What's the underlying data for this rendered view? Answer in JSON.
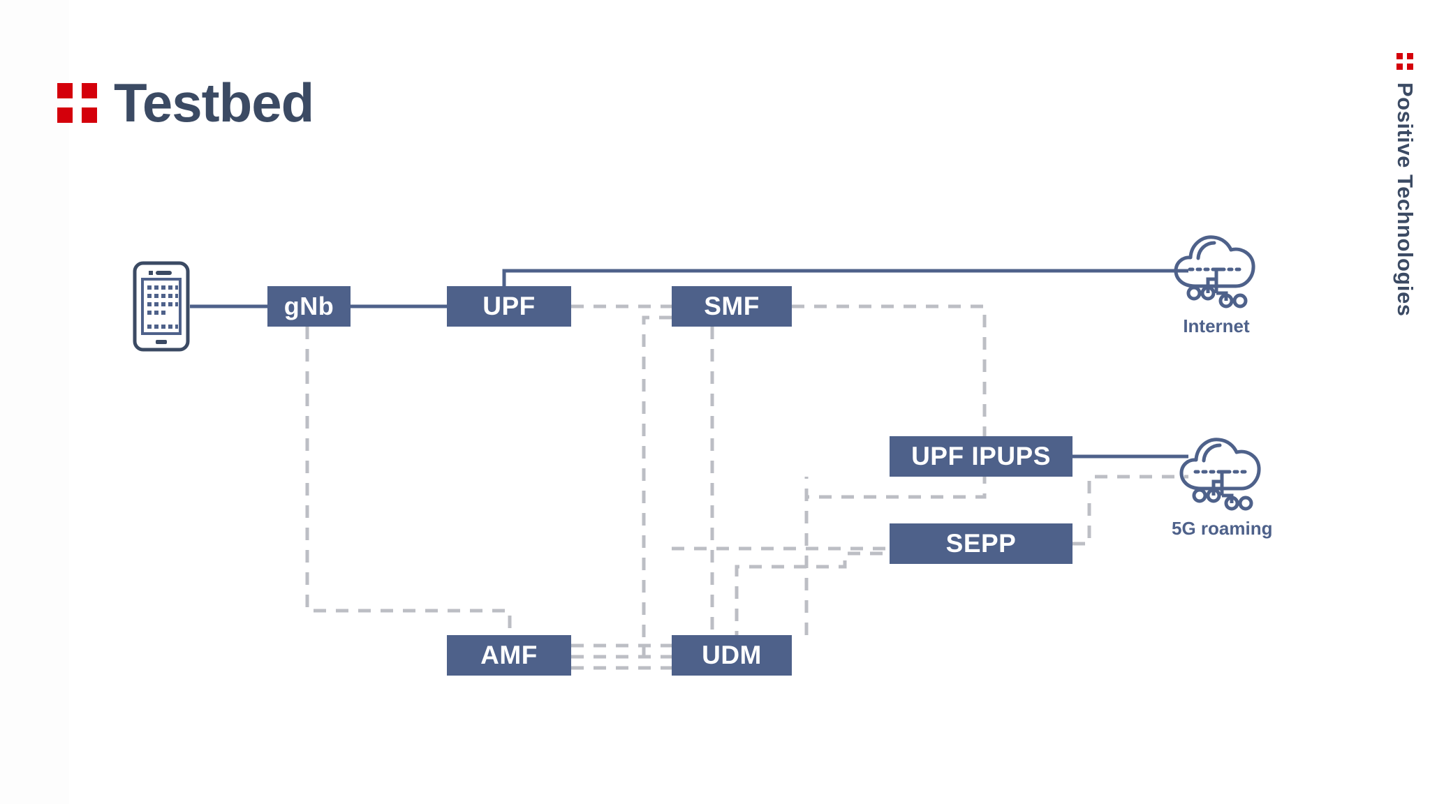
{
  "page": {
    "title": "Testbed",
    "background_color": "#ffffff"
  },
  "logo": {
    "word": "Testbed",
    "mark_color": "#d4000b",
    "text_color": "#3b4a63"
  },
  "brand": {
    "text": "Positive Technologies",
    "mark_color": "#d4000b",
    "text_color": "#3b4a63"
  },
  "theme": {
    "node_fill": "#4e618a",
    "node_text": "#ffffff",
    "solid_link": "#4e618a",
    "dashed_link": "#bcbec4",
    "icon_stroke": "#4e618a"
  },
  "diagram": {
    "nodes": [
      {
        "id": "gnb",
        "label": "gNb"
      },
      {
        "id": "upf",
        "label": "UPF"
      },
      {
        "id": "smf",
        "label": "SMF"
      },
      {
        "id": "ipups",
        "label": "UPF IPUPS"
      },
      {
        "id": "sepp",
        "label": "SEPP"
      },
      {
        "id": "amf",
        "label": "AMF"
      },
      {
        "id": "udm",
        "label": "UDM"
      }
    ],
    "endpoints": [
      {
        "id": "internet",
        "label": "Internet",
        "icon": "cloud-network-icon"
      },
      {
        "id": "roaming",
        "label": "5G roaming",
        "icon": "cloud-network-icon"
      }
    ],
    "device": {
      "id": "ue",
      "icon": "smartphone-icon"
    },
    "links": [
      {
        "from": "ue",
        "to": "gnb",
        "style": "solid"
      },
      {
        "from": "gnb",
        "to": "upf",
        "style": "solid"
      },
      {
        "from": "upf",
        "to": "internet",
        "style": "solid"
      },
      {
        "from": "ipups",
        "to": "roaming",
        "style": "solid"
      },
      {
        "from": "upf",
        "to": "smf",
        "style": "dashed"
      },
      {
        "from": "smf",
        "to": "ipups",
        "style": "dashed"
      },
      {
        "from": "smf",
        "to": "udm",
        "style": "dashed"
      },
      {
        "from": "gnb",
        "to": "amf",
        "style": "dashed"
      },
      {
        "from": "amf",
        "to": "udm",
        "style": "dashed"
      },
      {
        "from": "amf",
        "to": "sepp",
        "style": "dashed"
      },
      {
        "from": "udm",
        "to": "sepp",
        "style": "dashed"
      },
      {
        "from": "sepp",
        "to": "roaming",
        "style": "dashed"
      },
      {
        "from": "upf",
        "to": "amf",
        "style": "dashed"
      }
    ]
  }
}
